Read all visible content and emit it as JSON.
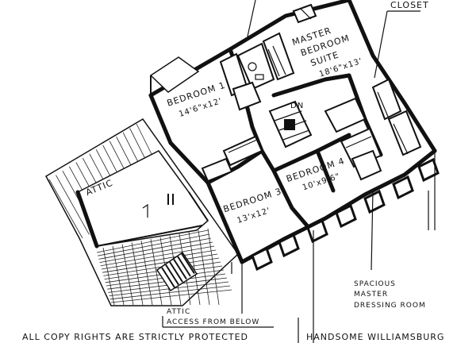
{
  "labels": {
    "closet": "CLOSET",
    "master_line1": "MASTER",
    "master_line2": "BEDROOM",
    "master_line3": "SUITE",
    "master_dim": "18'6\"x13'",
    "bedroom1_name": "BEDROOM 1",
    "bedroom1_dim": "14'6\"x12'",
    "bedroom3_name": "BEDROOM 3",
    "bedroom3_dim": "13'x12'",
    "bedroom4_name": "BEDROOM 4",
    "bedroom4_dim": "10'x9'6\"",
    "attic": "ATTIC",
    "attic_access_line1": "ATTIC",
    "attic_access_line2": "ACCESS FROM BELOW",
    "dressing_line1": "SPACIOUS",
    "dressing_line2": "MASTER",
    "dressing_line3": "DRESSING ROOM",
    "stair_dn": "DN",
    "footer_left": "ALL COPY RIGHTS ARE STRICTLY PROTECTED",
    "footer_right": "HANDSOME WILLIAMSBURG"
  },
  "colors": {
    "ink": "#111111",
    "paper": "#ffffff"
  }
}
